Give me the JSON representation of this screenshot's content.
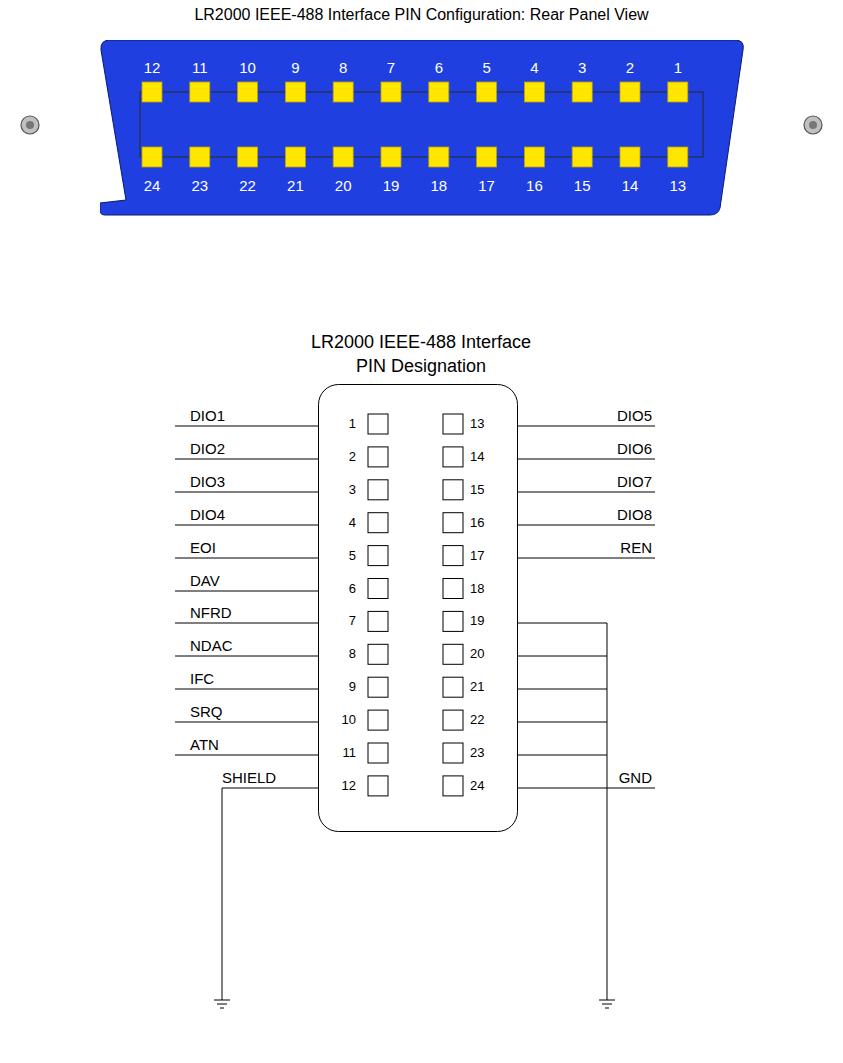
{
  "diagram": {
    "title": "LR2000 IEEE-488 Interface PIN Configuration: Rear Panel View",
    "nodes": [
      {
        "text": [
          "12",
          "11",
          "10",
          "9",
          "8",
          "7",
          "6",
          "5",
          "4",
          "3",
          "2",
          "1",
          "24",
          "23",
          "22",
          "21",
          "20",
          "19",
          "18",
          "17",
          "16",
          "15",
          "14",
          "13"
        ]
      },
      {
        "text": [
          "1",
          "2",
          "3",
          "4",
          "5",
          "6",
          "7",
          "8",
          "9",
          "10",
          "11",
          "12",
          "13",
          "14",
          "15",
          "16",
          "17",
          "18",
          "19",
          "20",
          "21",
          "22",
          "23",
          "24"
        ]
      }
    ],
    "labels": [
      "LR2000 IEEE-488 Interface PIN Designation",
      "DIO1",
      "DIO2",
      "DIO3",
      "DIO4",
      "EOI",
      "DAV",
      "NFRD",
      "NDAC",
      "IFC",
      "SRQ",
      "ATN",
      "SHIELD",
      "DIO5",
      "DIO6",
      "DIO7",
      "DIO8",
      "REN",
      "GND"
    ]
  }
}
